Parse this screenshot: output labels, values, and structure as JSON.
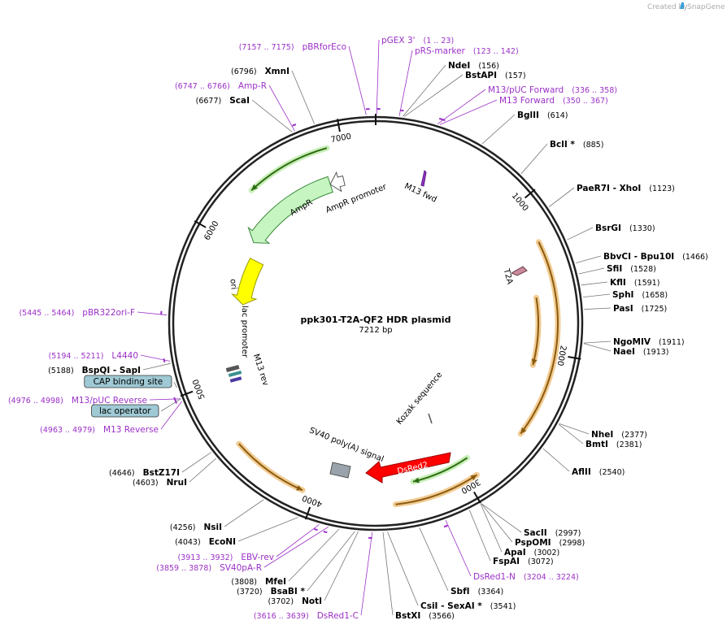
{
  "watermark": {
    "prefix": "Created by",
    "brand": "SnapGene"
  },
  "plasmid": {
    "name": "ppk301-T2A-QF2 HDR plasmid",
    "size_label": "7212 bp",
    "length": 7212
  },
  "colors": {
    "enzyme": "#000000",
    "primer": "#9b30c7",
    "feature_orange": "#e8a23a",
    "feature_green": "#5aa52a",
    "ampr": "#c6f5c2",
    "ori": "#ffff00",
    "dsred": "#ff0000",
    "t2a": "#c98a9b",
    "cap": "#9fc9d4"
  },
  "ticks": [
    "1000",
    "2000",
    "3000",
    "4000",
    "5000",
    "6000",
    "7000"
  ],
  "features": [
    {
      "name": "AmpR promoter",
      "type": "promoter"
    },
    {
      "name": "AmpR",
      "type": "cds"
    },
    {
      "name": "ori",
      "type": "origin"
    },
    {
      "name": "lac promoter",
      "type": "promoter"
    },
    {
      "name": "M13 rev",
      "type": "primer_bind"
    },
    {
      "name": "M13 fwd",
      "type": "primer_bind"
    },
    {
      "name": "T2A",
      "type": "misc"
    },
    {
      "name": "Kozak sequence",
      "type": "misc"
    },
    {
      "name": "SV40 poly(A) signal",
      "type": "polyA"
    },
    {
      "name": "DsRed2",
      "type": "cds"
    }
  ],
  "labels": [
    {
      "name": "XmnI",
      "pos": "(6796)",
      "kind": "enzyme",
      "side": "left"
    },
    {
      "name": "ScaI",
      "pos": "(6677)",
      "kind": "enzyme",
      "side": "left"
    },
    {
      "name": "NdeI",
      "pos": "(156)",
      "kind": "enzyme",
      "side": "right"
    },
    {
      "name": "BstAPI",
      "pos": "(157)",
      "kind": "enzyme",
      "side": "right"
    },
    {
      "name": "BglII",
      "pos": "(614)",
      "kind": "enzyme",
      "side": "right"
    },
    {
      "name": "BclI *",
      "pos": "(885)",
      "kind": "enzyme",
      "side": "right"
    },
    {
      "name": "PaeR7I - XhoI",
      "pos": "(1123)",
      "kind": "enzyme",
      "side": "right"
    },
    {
      "name": "BsrGI",
      "pos": "(1330)",
      "kind": "enzyme",
      "side": "right"
    },
    {
      "name": "BbvCI - Bpu10I",
      "pos": "(1466)",
      "kind": "enzyme",
      "side": "right"
    },
    {
      "name": "SfiI",
      "pos": "(1528)",
      "kind": "enzyme",
      "side": "right"
    },
    {
      "name": "KflI",
      "pos": "(1591)",
      "kind": "enzyme",
      "side": "right"
    },
    {
      "name": "SphI",
      "pos": "(1658)",
      "kind": "enzyme",
      "side": "right"
    },
    {
      "name": "PasI",
      "pos": "(1725)",
      "kind": "enzyme",
      "side": "right"
    },
    {
      "name": "NgoMIV",
      "pos": "(1911)",
      "kind": "enzyme",
      "side": "right"
    },
    {
      "name": "NaeI",
      "pos": "(1913)",
      "kind": "enzyme",
      "side": "right"
    },
    {
      "name": "NheI",
      "pos": "(2377)",
      "kind": "enzyme",
      "side": "right"
    },
    {
      "name": "BmtI",
      "pos": "(2381)",
      "kind": "enzyme",
      "side": "right"
    },
    {
      "name": "AflII",
      "pos": "(2540)",
      "kind": "enzyme",
      "side": "right"
    },
    {
      "name": "SacII",
      "pos": "(2997)",
      "kind": "enzyme",
      "side": "right"
    },
    {
      "name": "PspOMI",
      "pos": "(2998)",
      "kind": "enzyme",
      "side": "right"
    },
    {
      "name": "ApaI",
      "pos": "(3002)",
      "kind": "enzyme",
      "side": "right"
    },
    {
      "name": "FspAI",
      "pos": "(3072)",
      "kind": "enzyme",
      "side": "right"
    },
    {
      "name": "SbfI",
      "pos": "(3364)",
      "kind": "enzyme",
      "side": "right"
    },
    {
      "name": "CsiI - SexAI *",
      "pos": "(3541)",
      "kind": "enzyme",
      "side": "right"
    },
    {
      "name": "BstXI",
      "pos": "(3566)",
      "kind": "enzyme",
      "side": "right"
    },
    {
      "name": "NotI",
      "pos": "(3702)",
      "kind": "enzyme",
      "side": "left"
    },
    {
      "name": "BsaBI *",
      "pos": "(3720)",
      "kind": "enzyme",
      "side": "left"
    },
    {
      "name": "MfeI",
      "pos": "(3808)",
      "kind": "enzyme",
      "side": "left"
    },
    {
      "name": "EcoNI",
      "pos": "(4043)",
      "kind": "enzyme",
      "side": "left"
    },
    {
      "name": "NsiI",
      "pos": "(4256)",
      "kind": "enzyme",
      "side": "left"
    },
    {
      "name": "NruI",
      "pos": "(4603)",
      "kind": "enzyme",
      "side": "left"
    },
    {
      "name": "BstZ17I",
      "pos": "(4646)",
      "kind": "enzyme",
      "side": "left"
    },
    {
      "name": "BspQI - SapI",
      "pos": "(5188)",
      "kind": "enzyme",
      "side": "left"
    },
    {
      "name": "pBRforEco",
      "pos": "(7157 .. 7175)",
      "kind": "primer",
      "side": "left"
    },
    {
      "name": "Amp-R",
      "pos": "(6747 .. 6766)",
      "kind": "primer",
      "side": "left"
    },
    {
      "name": "pGEX 3'",
      "pos": "(1 .. 23)",
      "kind": "primer",
      "side": "right"
    },
    {
      "name": "pRS-marker",
      "pos": "(123 .. 142)",
      "kind": "primer",
      "side": "right"
    },
    {
      "name": "M13/pUC Forward",
      "pos": "(336 .. 358)",
      "kind": "primer",
      "side": "right"
    },
    {
      "name": "M13 Forward",
      "pos": "(350 .. 367)",
      "kind": "primer",
      "side": "right"
    },
    {
      "name": "pBR322ori-F",
      "pos": "(5445 .. 5464)",
      "kind": "primer",
      "side": "left"
    },
    {
      "name": "L4440",
      "pos": "(5194 .. 5211)",
      "kind": "primer",
      "side": "left"
    },
    {
      "name": "M13/pUC Reverse",
      "pos": "(4976 .. 4998)",
      "kind": "primer",
      "side": "left"
    },
    {
      "name": "M13 Reverse",
      "pos": "(4963 .. 4979)",
      "kind": "primer",
      "side": "left"
    },
    {
      "name": "DsRed1-N",
      "pos": "(3204 .. 3224)",
      "kind": "primer",
      "side": "right"
    },
    {
      "name": "DsRed1-C",
      "pos": "(3616 .. 3639)",
      "kind": "primer",
      "side": "left"
    },
    {
      "name": "EBV-rev",
      "pos": "(3913 .. 3932)",
      "kind": "primer",
      "side": "left"
    },
    {
      "name": "SV40pA-R",
      "pos": "(3859 .. 3878)",
      "kind": "primer",
      "side": "left"
    },
    {
      "name": "CAP binding site",
      "pos": "",
      "kind": "box",
      "side": "left"
    },
    {
      "name": "lac operator",
      "pos": "",
      "kind": "box",
      "side": "left"
    }
  ]
}
